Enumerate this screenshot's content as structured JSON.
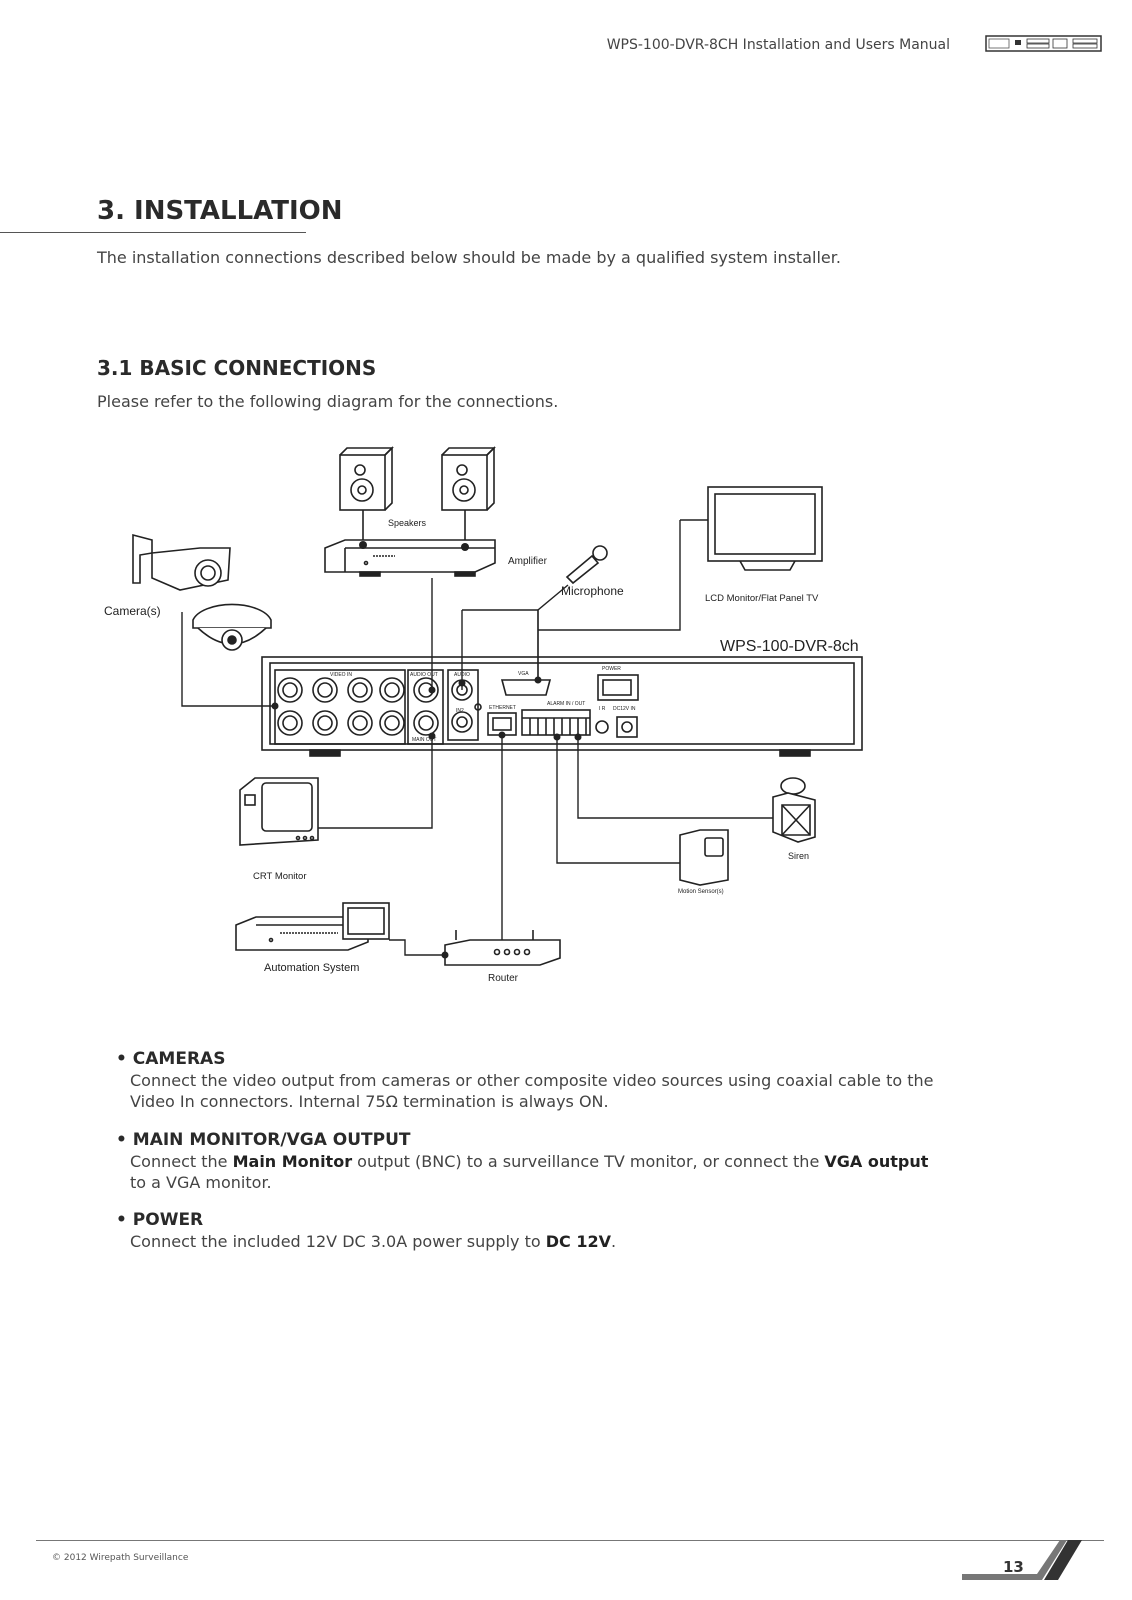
{
  "header": {
    "title": "WPS-100-DVR-8CH Installation and Users Manual"
  },
  "section": {
    "title": "3. INSTALLATION",
    "intro": "The installation connections described below should be made by a qualified system installer."
  },
  "subsection": {
    "title": "3.1 BASIC CONNECTIONS",
    "text": "Please refer to the following diagram for the connections."
  },
  "diagram": {
    "labels": {
      "speakers": "Speakers",
      "amplifier": "Amplifier",
      "microphone": "Microphone",
      "lcd": "LCD Monitor/Flat Panel TV",
      "cameras": "Camera(s)",
      "dvr": "WPS-100-DVR-8ch",
      "crt": "CRT Monitor",
      "siren": "Siren",
      "motion": "Motion Sensor(s)",
      "automation": "Automation System",
      "router": "Router"
    },
    "panel": {
      "video_in": "VIDEO IN",
      "audio_out": "AUDIO OUT",
      "audio": "AUDIO",
      "in2": "IN2",
      "main_out": "MAIN OUT",
      "vga": "VGA",
      "ethernet": "ETHERNET",
      "alarm": "ALARM IN / OUT",
      "power": "POWER",
      "ir": "I R",
      "dc": "DC12V IN"
    }
  },
  "bullets": {
    "cameras": {
      "head": "• CAMERAS",
      "line1": "Connect the video output from cameras or other composite video sources using coaxial cable to the",
      "line2": "Video In connectors.  Internal 75Ω termination is always ON."
    },
    "monitor": {
      "head": "• MAIN MONITOR/VGA OUTPUT",
      "p1": "Connect the ",
      "b1": "Main Monitor",
      "p2": " output (BNC) to a surveillance TV monitor, or connect the ",
      "b2": "VGA output",
      "p3": "to a VGA monitor."
    },
    "power": {
      "head": "• POWER",
      "p1": "Connect the included 12V DC 3.0A power supply to ",
      "b1": "DC 12V",
      "p2": "."
    }
  },
  "footer": {
    "copyright": "© 2012 Wirepath Surveillance",
    "page": "13"
  }
}
